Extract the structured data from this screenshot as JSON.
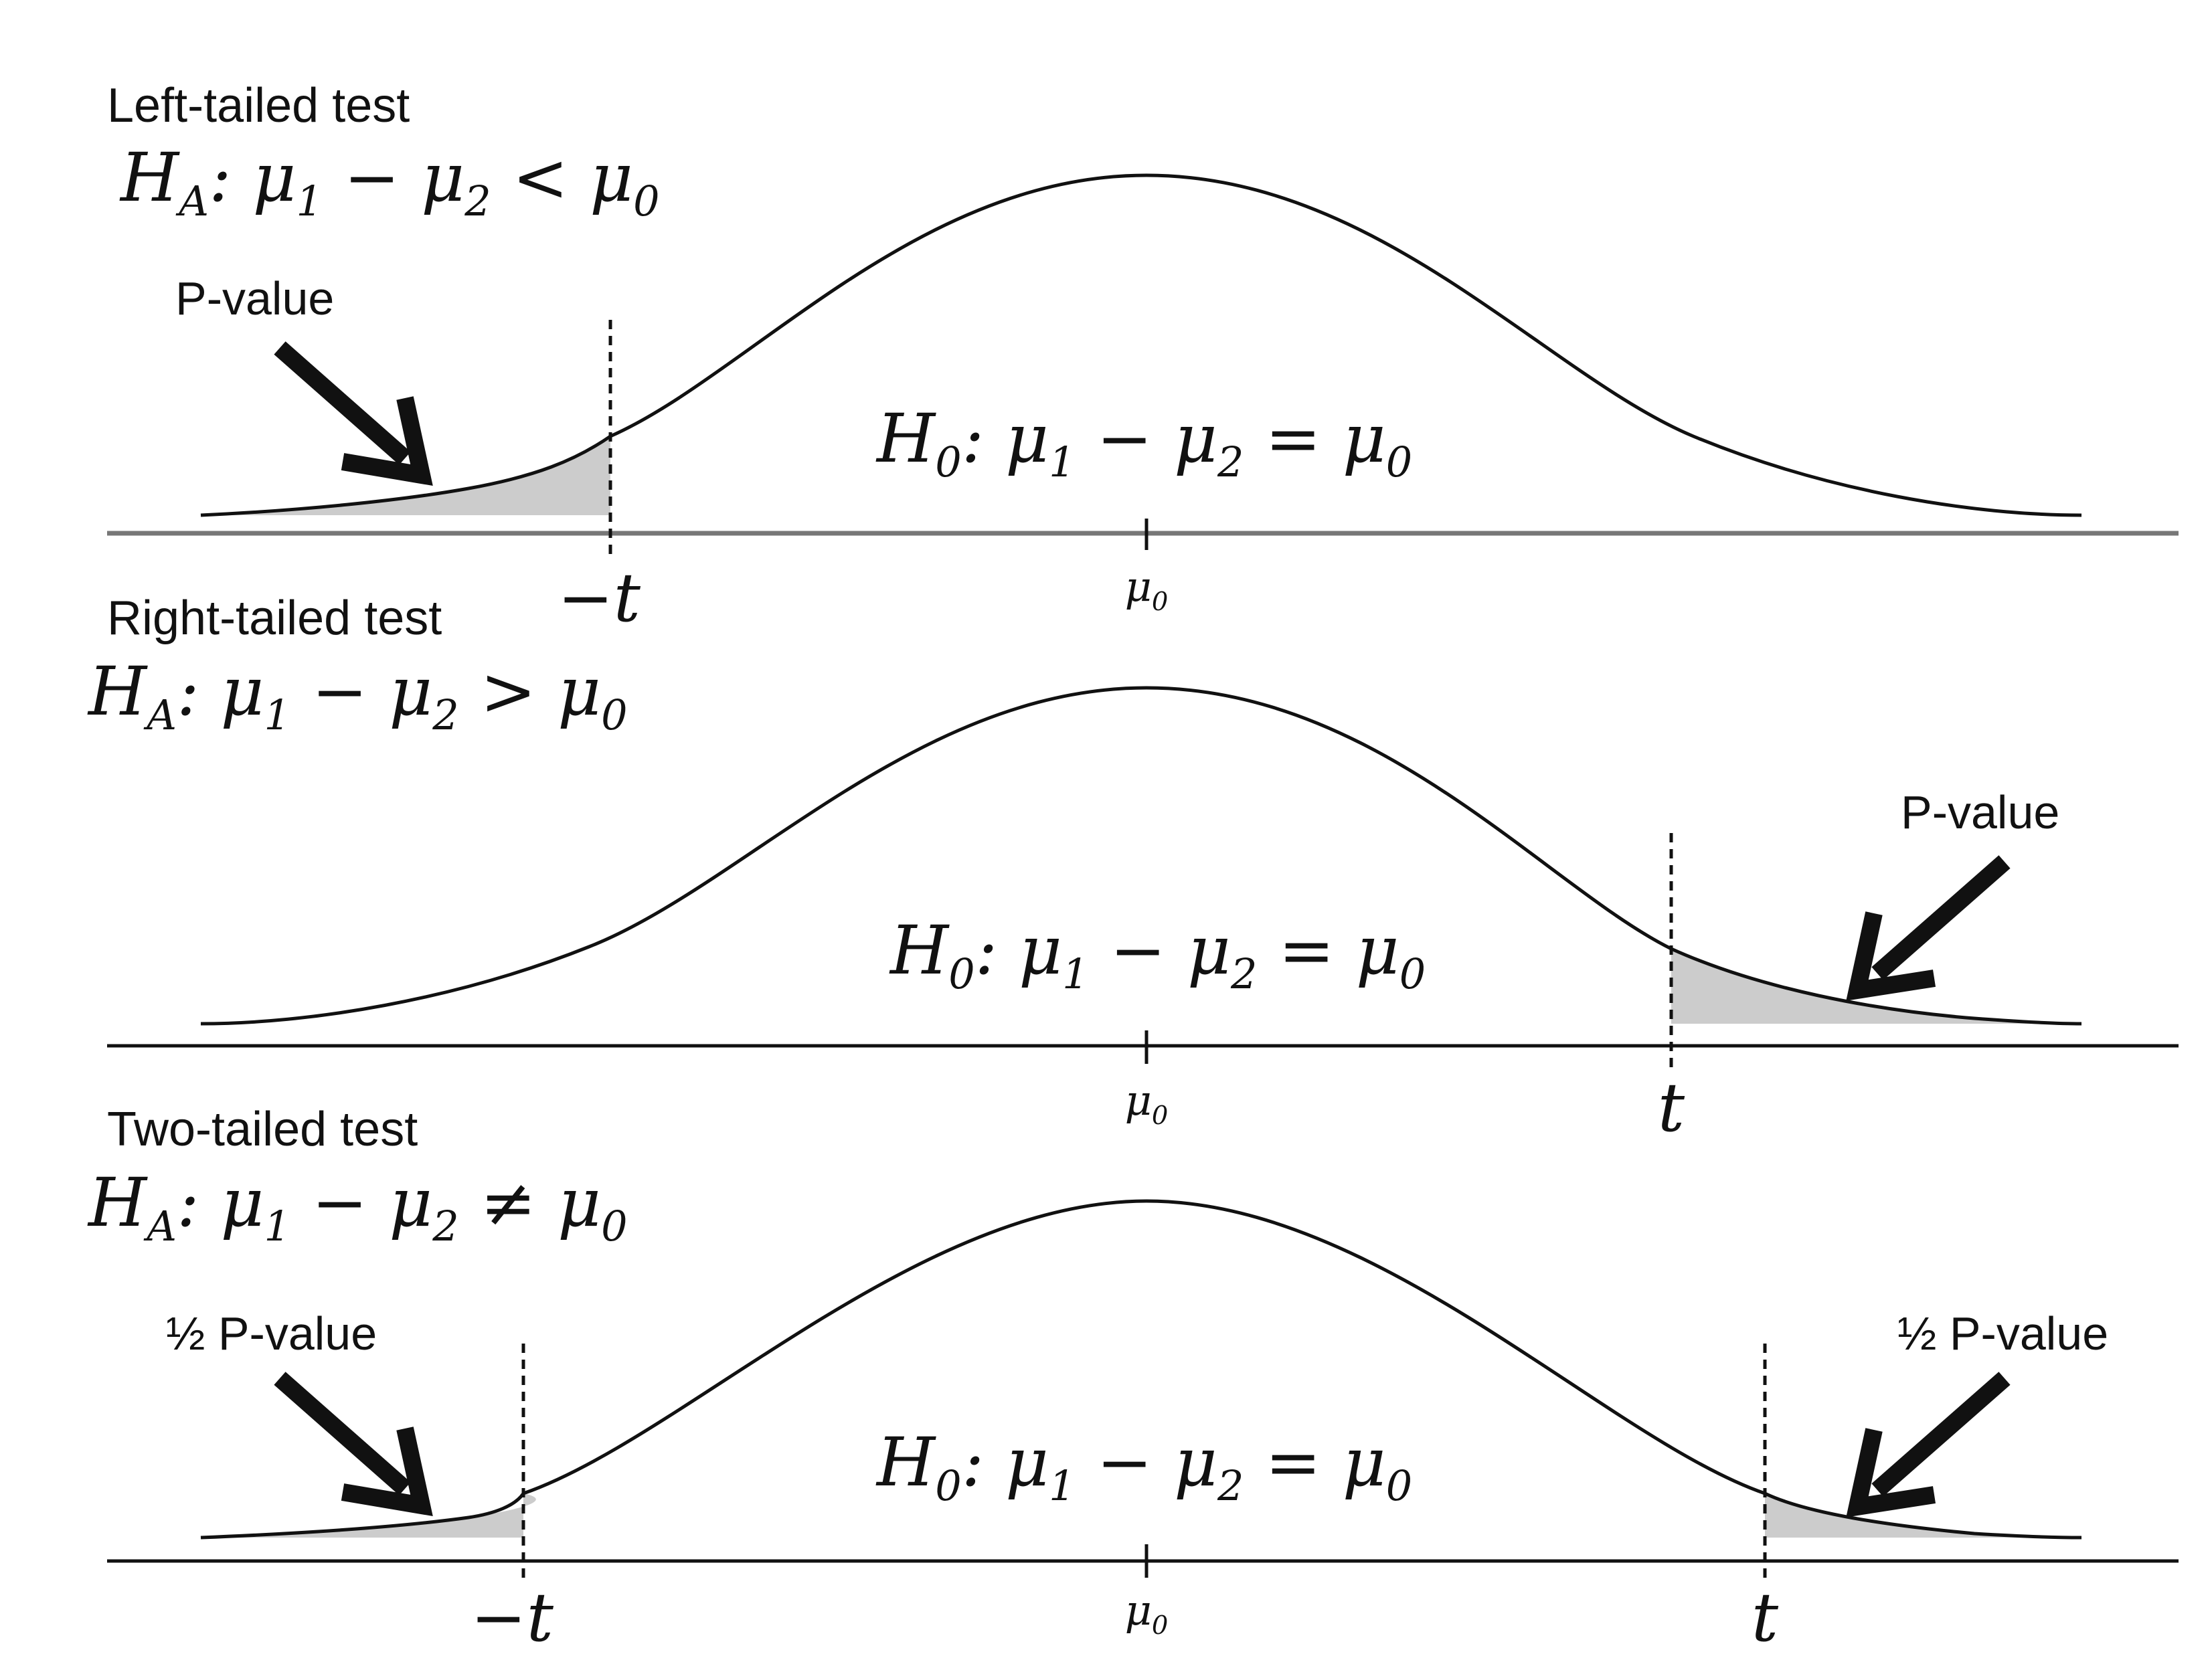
{
  "panels": [
    {
      "title": "Left-tailed test",
      "alternative": {
        "H": "H",
        "sub": "A",
        "rel": ": μ",
        "s1": "1",
        "mid": " − μ",
        "s2": "2",
        "op": " < μ",
        "s0": "0"
      },
      "null_hyp": {
        "H": "H",
        "sub": "0",
        "rel": ": μ",
        "s1": "1",
        "mid": " − μ",
        "s2": "2",
        "op": " = μ",
        "s0": "0"
      },
      "center_label": {
        "mu": "μ",
        "sub": "0"
      },
      "pvalue_labels": [
        "P-value"
      ],
      "critical_labels": [
        "−t"
      ],
      "shaded": "left"
    },
    {
      "title": "Right-tailed test",
      "alternative": {
        "H": "H",
        "sub": "A",
        "rel": ": μ",
        "s1": "1",
        "mid": " − μ",
        "s2": "2",
        "op": " > μ",
        "s0": "0"
      },
      "null_hyp": {
        "H": "H",
        "sub": "0",
        "rel": ": μ",
        "s1": "1",
        "mid": " − μ",
        "s2": "2",
        "op": " = μ",
        "s0": "0"
      },
      "center_label": {
        "mu": "μ",
        "sub": "0"
      },
      "pvalue_labels": [
        "P-value"
      ],
      "critical_labels": [
        "t"
      ],
      "shaded": "right"
    },
    {
      "title": "Two-tailed test",
      "alternative": {
        "H": "H",
        "sub": "A",
        "rel": ": μ",
        "s1": "1",
        "mid": " − μ",
        "s2": "2",
        "op": " ≠ μ",
        "s0": "0"
      },
      "null_hyp": {
        "H": "H",
        "sub": "0",
        "rel": ": μ",
        "s1": "1",
        "mid": " − μ",
        "s2": "2",
        "op": " = μ",
        "s0": "0"
      },
      "center_label": {
        "mu": "μ",
        "sub": "0"
      },
      "pvalue_labels": [
        "½ P-value",
        "½ P-value"
      ],
      "critical_labels": [
        "−t",
        "t"
      ],
      "shaded": "both"
    }
  ],
  "colors": {
    "curve": "#111111",
    "shade": "#cccccc",
    "axis_top": "#777777",
    "axis": "#111111"
  }
}
